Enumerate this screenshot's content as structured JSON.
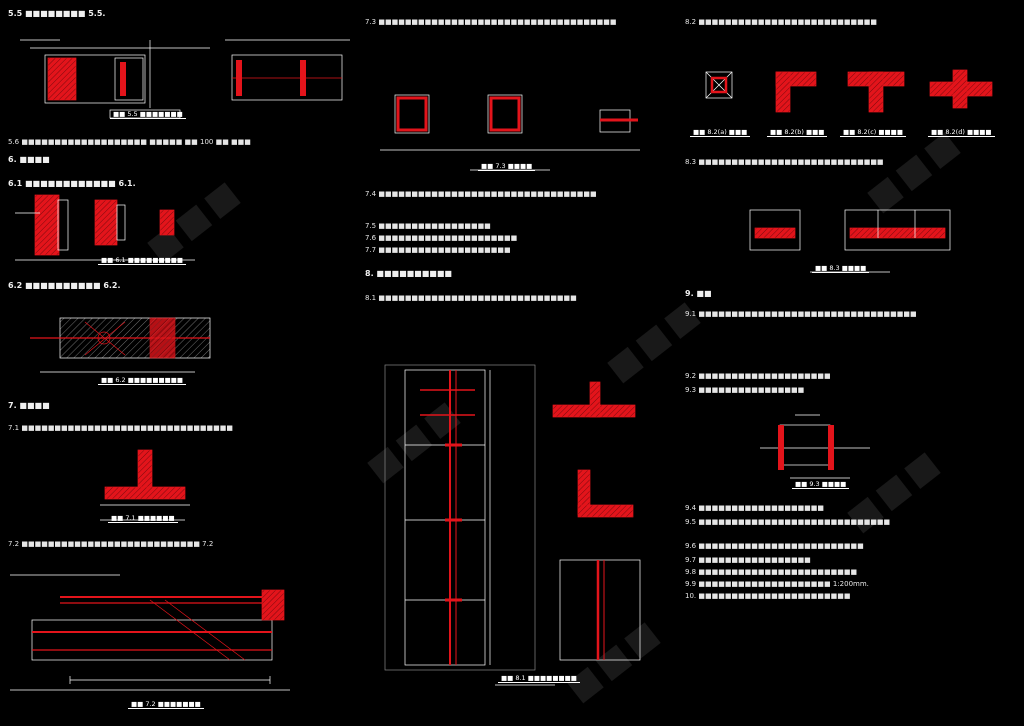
{
  "sheet": {
    "bg": "#000000",
    "red": "#e3141b",
    "line": "#ffffff",
    "watermark": "(pattern)"
  },
  "col1": {
    "h55": "5.5 ■■■■■■■■ 5.5.",
    "d55_label": "■■ 5.5 ■■■■■■■",
    "h56": "5.6 ■■■■■■■■■■■■■■■■■■■ ■■■■■ ■■ 100 ■■ ■■■",
    "h6": "6. ■■■■",
    "h61": "6.1 ■■■■■■■■■■■■ 6.1.",
    "d61_label": "■■ 6.1 ■■■■■■■■■",
    "h62": "6.2 ■■■■■■■■■■ 6.2.",
    "d62_label": "■■ 6.2 ■■■■■■■■■",
    "h7": "7. ■■■■",
    "h71": "7.1 ■■■■■■■■■■■■■■■■■■■■■■■■■■■■■■■■",
    "d71_label": "■■ 7.1 ■■■■■■",
    "h72": "7.2 ■■■■■■■■■■■■■■■■■■■■■■■■■■■ 7.2",
    "d72_label": "■■ 7.2 ■■■■■■■"
  },
  "col2": {
    "h73": "7.3 ■■■■■■■■■■■■■■■■■■■■■■■■■■■■■■■■■■■■",
    "d73_label": "■■ 7.3 ■■■■",
    "h74": "7.4 ■■■■■■■■■■■■■■■■■■■■■■■■■■■■■■■■■",
    "h75": "7.5 ■■■■■■■■■■■■■■■■■",
    "h76": "7.6 ■■■■■■■■■■■■■■■■■■■■■",
    "h77": "7.7 ■■■■■■■■■■■■■■■■■■■■",
    "h8": "8. ■■■■■■■■■■",
    "h81": "8.1 ■■■■■■■■■■■■■■■■■■■■■■■■■■■■■■",
    "d81_label": "■■ 8.1 ■■■■■■■■"
  },
  "col3": {
    "h82": "8.2 ■■■■■■■■■■■■■■■■■■■■■■■■■■■",
    "d821a": "■■ 8.2(a) ■■■",
    "d821b": "■■ 8.2(b) ■■■",
    "d821c": "■■ 8.2(c) ■■■■",
    "d821d": "■■ 8.2(d) ■■■■",
    "h83": "8.3 ■■■■■■■■■■■■■■■■■■■■■■■■■■■■",
    "d83_label": "■■ 8.3 ■■■■",
    "h9": "9. ■■",
    "h91": "9.1 ■■■■■■■■■■■■■■■■■■■■■■■■■■■■■■■■■",
    "h92": "9.2 ■■■■■■■■■■■■■■■■■■■■",
    "h93": "9.3 ■■■■■■■■■■■■■■■■",
    "d93_label": "■■ 9.3 ■■■■",
    "h94": "9.4 ■■■■■■■■■■■■■■■■■■■",
    "h95": "9.5 ■■■■■■■■■■■■■■■■■■■■■■■■■■■■■",
    "h96": "9.6 ■■■■■■■■■■■■■■■■■■■■■■■■■",
    "h97": "9.7 ■■■■■■■■■■■■■■■■■",
    "h98": "9.8 ■■■■■■■■■■■■■■■■■■■■■■■■",
    "h99": "9.9 ■■■■■■■■■■■■■■■■■■■■ 1:200mm.",
    "h10": "10. ■■■■■■■■■■■■■■■■■■■■■■■"
  }
}
